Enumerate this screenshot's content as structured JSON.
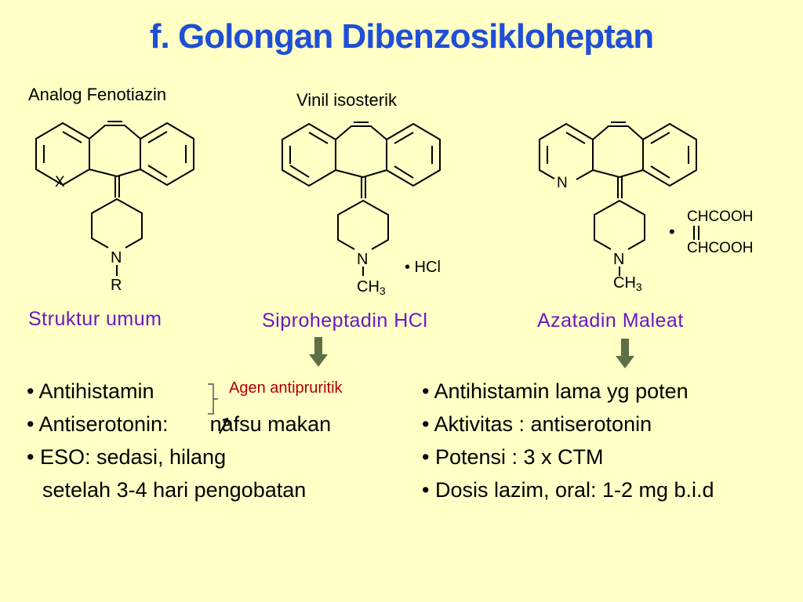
{
  "title": "f. Golongan Dibenzosikloheptan",
  "labels": {
    "analog": "Analog Fenotiazin",
    "vinil": "Vinil isosterik"
  },
  "structures": {
    "general": {
      "x_atom": "X",
      "n_atom": "N",
      "r_group": "R"
    },
    "siproheptadin": {
      "n_atom": "N",
      "methyl": "CH",
      "methyl_sub": "3",
      "salt": "• HCl"
    },
    "azatadin": {
      "ring_n": "N",
      "n_atom": "N",
      "methyl": "CH",
      "methyl_sub": "3",
      "salt_dot": "•",
      "salt_top": "CHCOOH",
      "salt_bottom": "CHCOOH"
    }
  },
  "compound_names": {
    "general": "Struktur umum",
    "siproheptadin": "Siproheptadin HCl",
    "azatadin": "Azatadin Maleat"
  },
  "left_bullets": {
    "line1": "• Antihistamin",
    "line2_pre": "• Antiserotonin:",
    "line2_post": "nafsu makan",
    "line3": "• ESO: sedasi, hilang",
    "line4": "setelah 3-4 hari pengobatan",
    "annotation": "Agen antipruritik"
  },
  "right_bullets": [
    "• Antihistamin lama yg poten",
    "• Aktivitas : antiserotonin",
    "• Potensi : 3 x CTM",
    "• Dosis lazim, oral: 1-2 mg b.i.d"
  ],
  "colors": {
    "background": "#ffffc6",
    "title": "#1f4fd6",
    "compound_name": "#6a18c8",
    "annotation": "#b00000",
    "arrow": "#5f6f46"
  }
}
